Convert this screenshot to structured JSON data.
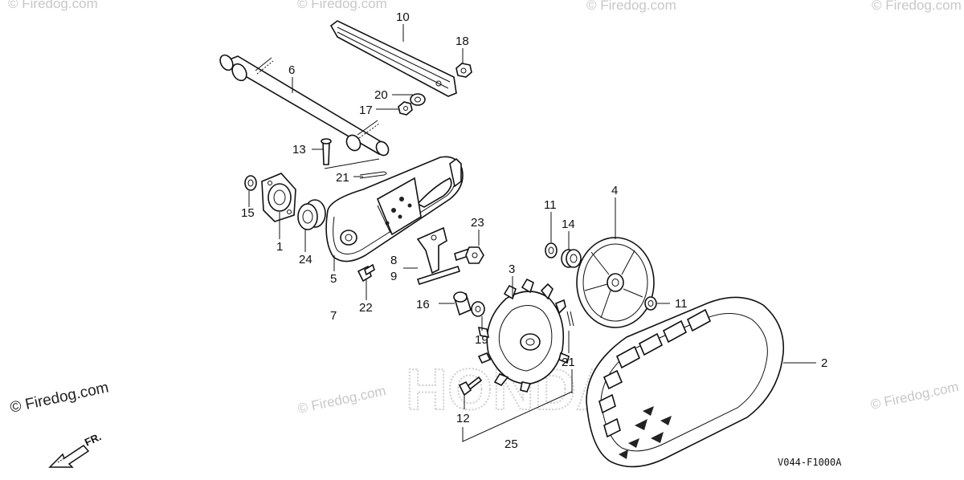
{
  "watermarks": {
    "small_text": "© Firedog.com",
    "brand_text": "© Firedog.com",
    "logo_letters": "HONDA"
  },
  "diagram_code": "V044-F1000A",
  "direction": {
    "label": "FR.",
    "icon": "front-direction-arrow-icon"
  },
  "callouts": {
    "c1": "1",
    "c2": "2",
    "c3": "3",
    "c4": "4",
    "c5": "5",
    "c6": "6",
    "c7": "7",
    "c8": "8",
    "c9": "9",
    "c10": "10",
    "c11a": "11",
    "c11b": "11",
    "c12": "12",
    "c13": "13",
    "c14": "14",
    "c15": "15",
    "c16": "16",
    "c17": "17",
    "c18": "18",
    "c19": "19",
    "c20": "20",
    "c21a": "21",
    "c21b": "21",
    "c22": "22",
    "c23": "23",
    "c24": "24",
    "c25": "25"
  },
  "colors": {
    "line": "#111111",
    "watermark": "#c8c8c8",
    "background": "#ffffff"
  }
}
